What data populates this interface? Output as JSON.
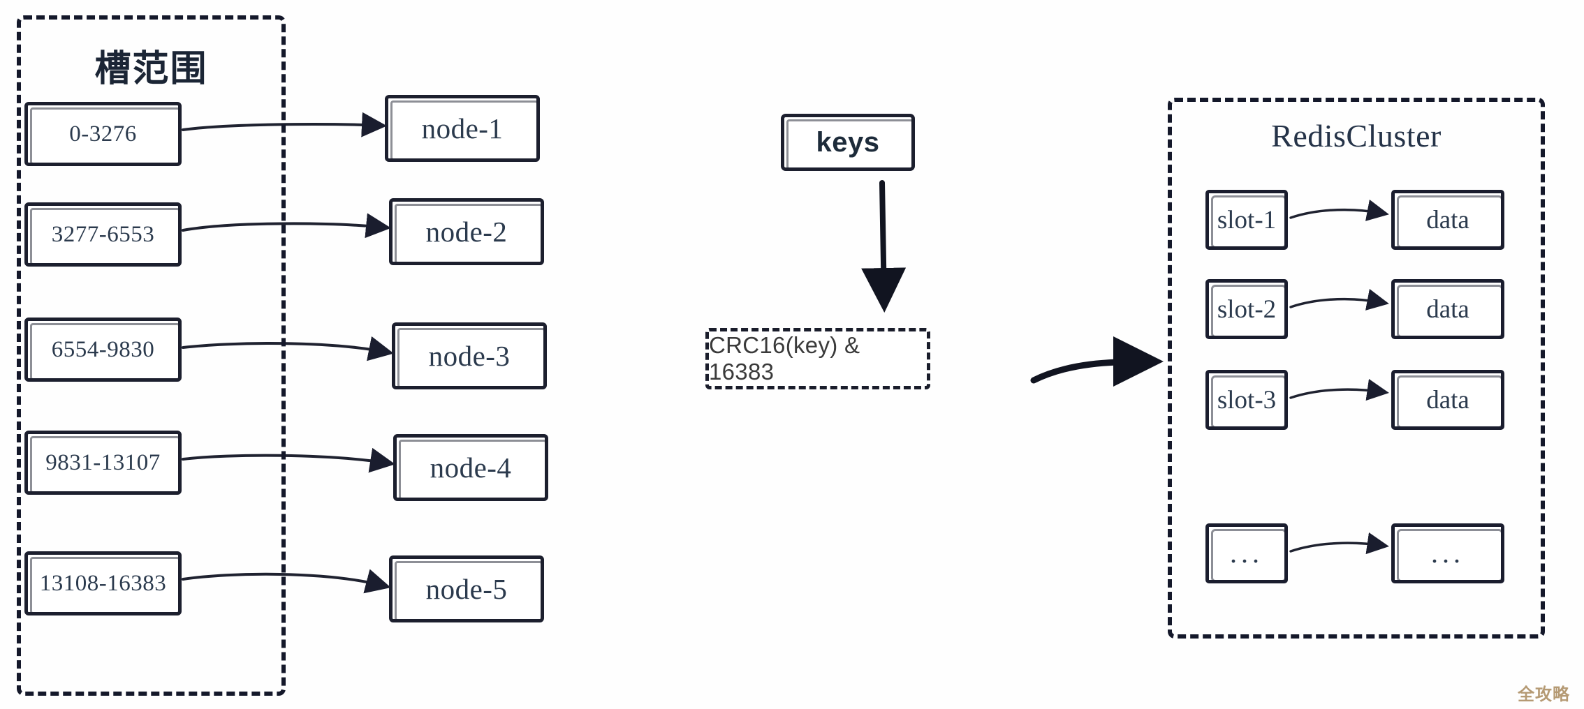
{
  "diagram": {
    "title_hidden": "Redis Cluster slot mapping diagram",
    "slot_range_group": {
      "title": "槽范围",
      "items": [
        {
          "label": "0-3276"
        },
        {
          "label": "3277-6553"
        },
        {
          "label": "6554-9830"
        },
        {
          "label": "9831-13107"
        },
        {
          "label": "13108-16383"
        }
      ]
    },
    "nodes": [
      {
        "label": "node-1"
      },
      {
        "label": "node-2"
      },
      {
        "label": "node-3"
      },
      {
        "label": "node-4"
      },
      {
        "label": "node-5"
      }
    ],
    "keys_box": {
      "label": "keys"
    },
    "hash_box": {
      "label": "CRC16(key) & 16383"
    },
    "redis_cluster_group": {
      "title": "RedisCluster",
      "rows": [
        {
          "slot": "slot-1",
          "data": "data"
        },
        {
          "slot": "slot-2",
          "data": "data"
        },
        {
          "slot": "slot-3",
          "data": "data"
        },
        {
          "slot": "...",
          "data": "..."
        }
      ]
    },
    "watermark": {
      "label": "全攻略",
      "color": "#b59a74"
    },
    "colors": {
      "stroke": "#1a1d2e",
      "text": "#2b3a4d",
      "background": "#ffffff"
    }
  }
}
